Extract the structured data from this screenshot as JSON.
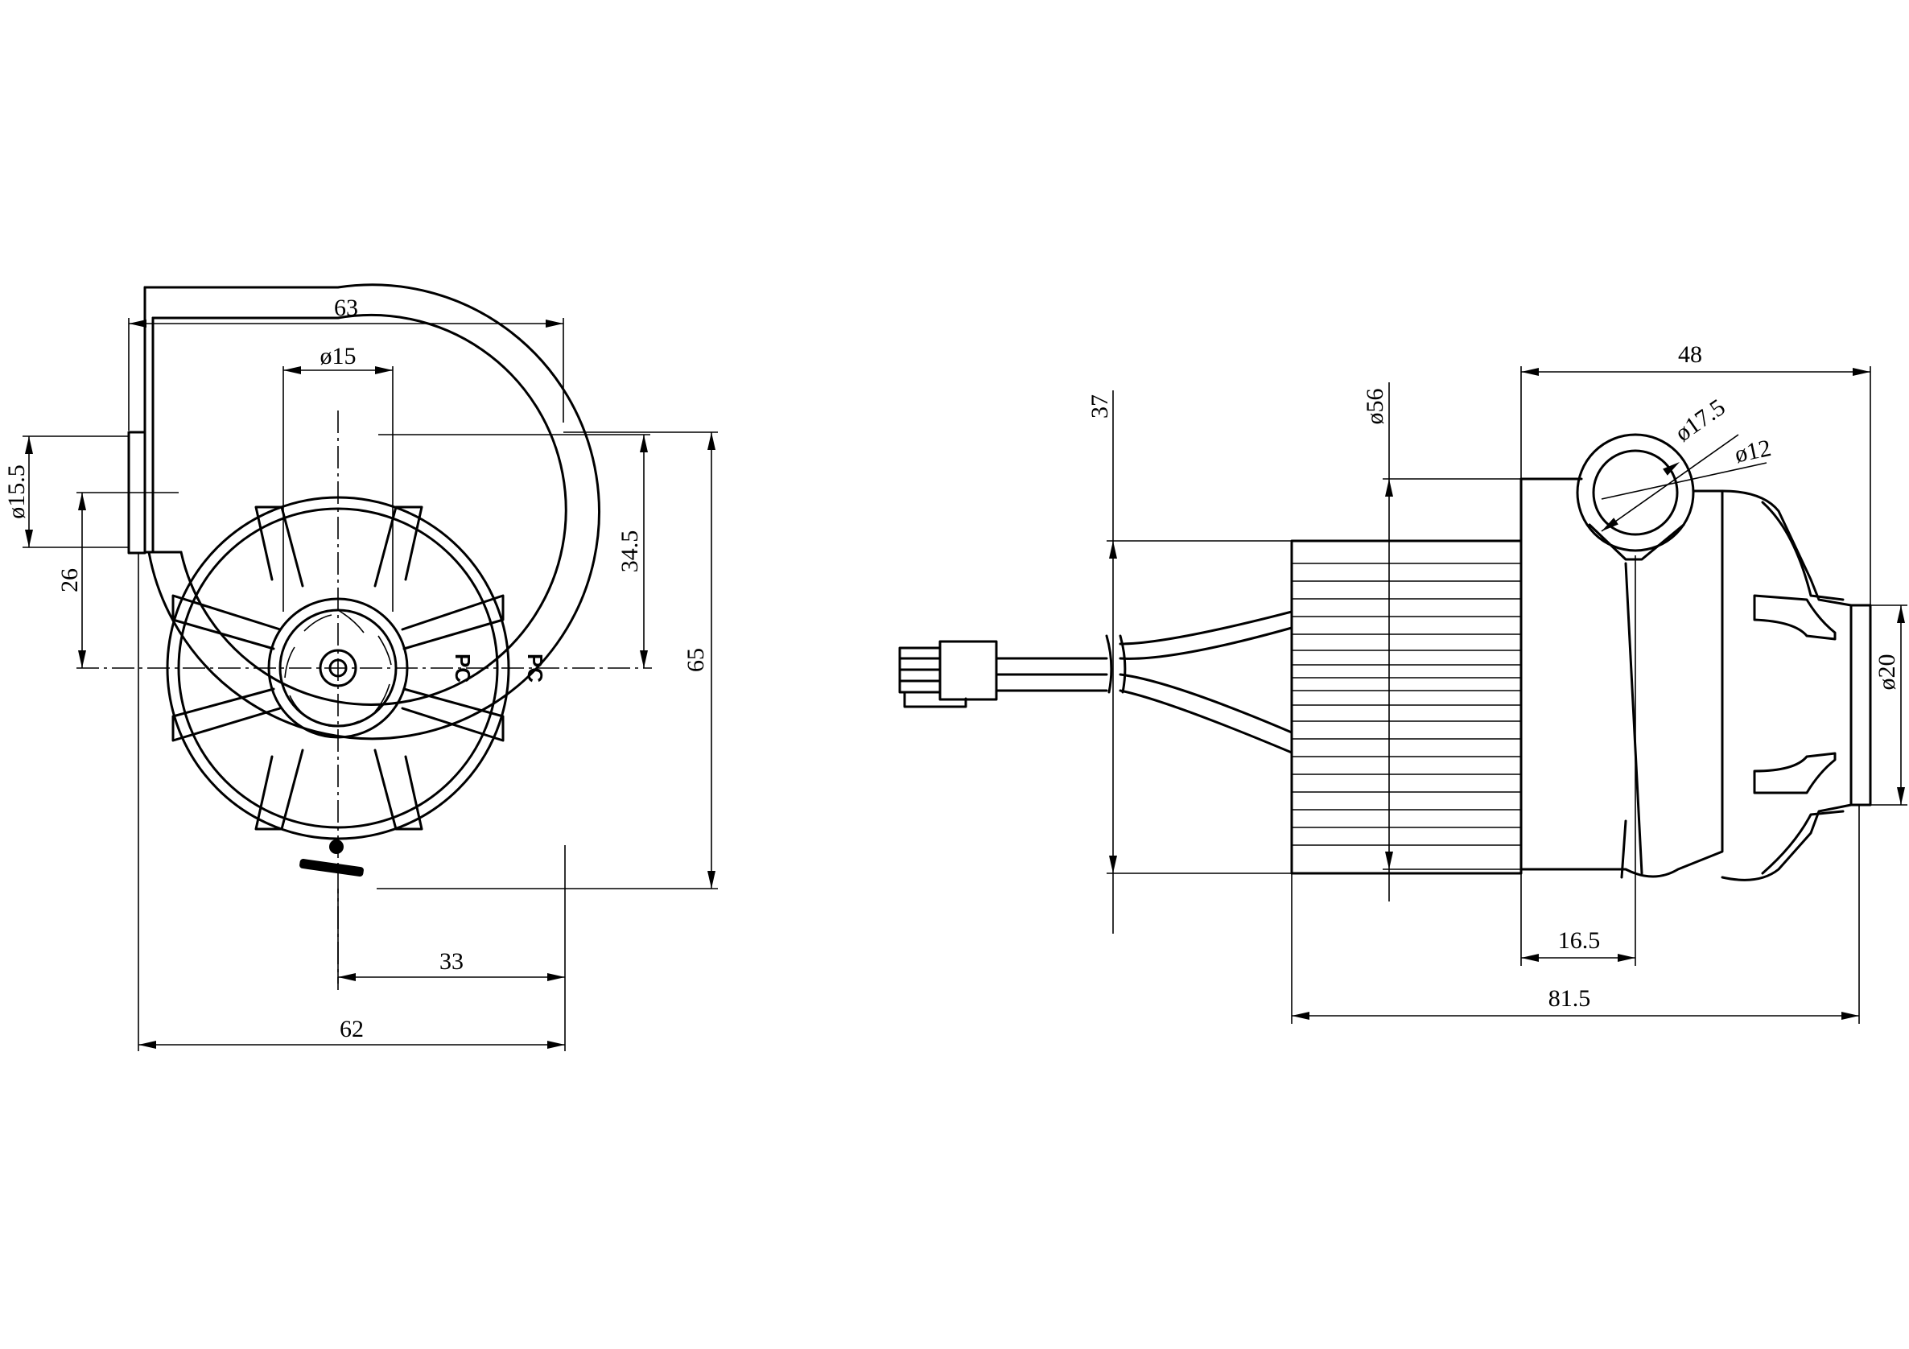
{
  "front_view": {
    "dimensions": {
      "width_top": "63",
      "outlet_diameter": "ø15",
      "outlet_port_diameter": "ø15.5",
      "outlet_offset": "26",
      "center_height": "34.5",
      "height": "65",
      "center_to_edge": "33",
      "width_bottom": "62"
    },
    "markings": {
      "pc_inner": "PC",
      "pc_outer": "PC"
    }
  },
  "side_view": {
    "dimensions": {
      "motor_height": "37",
      "housing_diameter": "ø56",
      "housing_length": "48",
      "outlet_outer_diameter": "ø17.5",
      "outlet_inner_diameter": "ø12",
      "inlet_diameter": "ø20",
      "outlet_offset": "16.5",
      "overall_length": "81.5"
    }
  }
}
